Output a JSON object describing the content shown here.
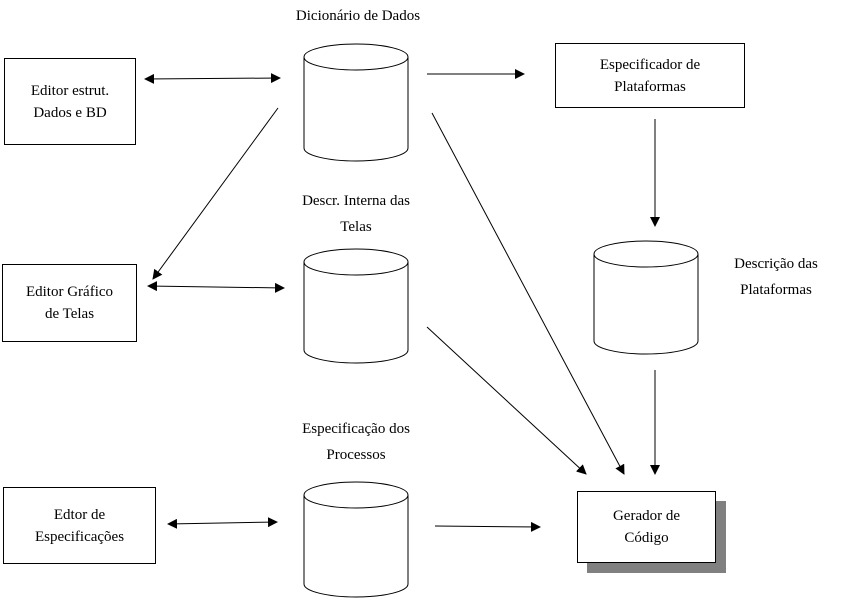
{
  "boxes": {
    "editor_struct": [
      "Editor estrut.",
      "Dados e BD"
    ],
    "specifier_platforms": [
      "Especificador de",
      "Plataformas"
    ],
    "graphic_editor": [
      "Editor Gráfico",
      "de Telas"
    ],
    "spec_editor": [
      "Edtor de",
      "Especificações"
    ],
    "code_generator": [
      "Gerador de",
      "Código"
    ]
  },
  "stores": {
    "data_dictionary": [
      "Dicionário de Dados"
    ],
    "screen_description": [
      "Descr. Interna das",
      "Telas"
    ],
    "process_spec": [
      "Especificação dos",
      "Processos"
    ],
    "platform_description": [
      "Descrição das",
      "Plataformas"
    ]
  },
  "colors": {
    "stroke": "#000000",
    "shadow": "#808080",
    "background": "#ffffff"
  }
}
